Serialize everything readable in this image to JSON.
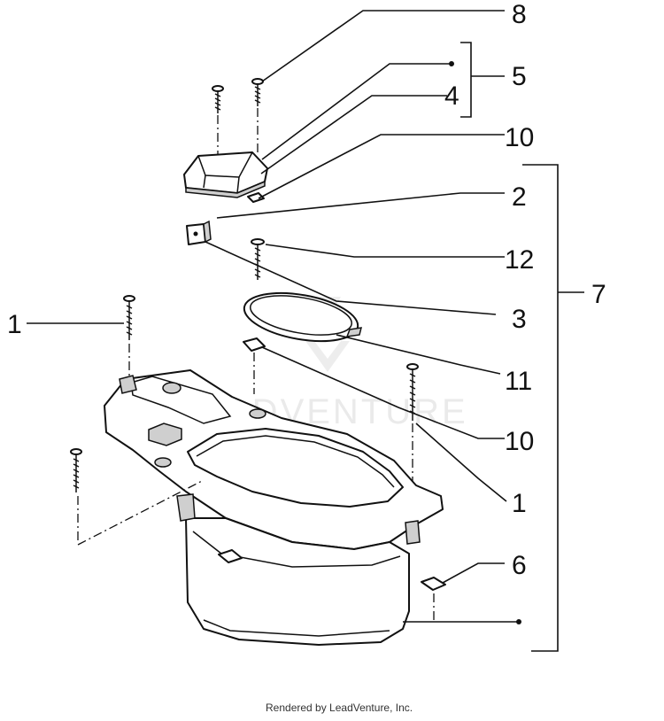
{
  "callouts": [
    {
      "id": "c8",
      "text": "8"
    },
    {
      "id": "c5",
      "text": "5"
    },
    {
      "id": "c4",
      "text": "4"
    },
    {
      "id": "c10a",
      "text": "10"
    },
    {
      "id": "c2",
      "text": "2"
    },
    {
      "id": "c12",
      "text": "12"
    },
    {
      "id": "c7",
      "text": "7"
    },
    {
      "id": "c1a",
      "text": "1"
    },
    {
      "id": "c3",
      "text": "3"
    },
    {
      "id": "c11",
      "text": "11"
    },
    {
      "id": "c10b",
      "text": "10"
    },
    {
      "id": "c1b",
      "text": "1"
    },
    {
      "id": "c6",
      "text": "6"
    }
  ],
  "watermark": "ADVENTURE",
  "footer": "Rendered by LeadVenture, Inc."
}
